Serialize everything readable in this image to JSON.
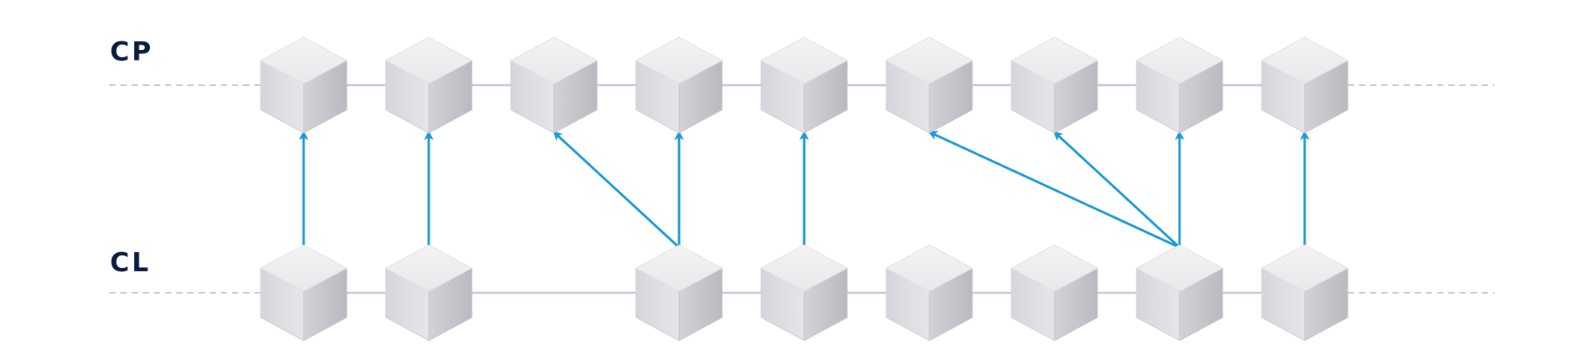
{
  "rows": {
    "top": {
      "label": "CP"
    },
    "bottom": {
      "label": "CL"
    }
  },
  "colors": {
    "label": "#0d1b3e",
    "arrow": "#1a9ad6",
    "link": "#c9c3dd",
    "dash": "#c9c9d4",
    "block_top": "#efefef",
    "block_left": "#dadadf",
    "block_right": "#c9c9cf"
  },
  "top_blocks": [
    1,
    2,
    3,
    4,
    5,
    6,
    7,
    8,
    9
  ],
  "bottom_blocks": [
    1,
    2,
    4,
    5,
    6,
    7,
    8,
    9
  ],
  "arrows": [
    {
      "from": 1,
      "to": 1
    },
    {
      "from": 2,
      "to": 2
    },
    {
      "from": 4,
      "to": 3
    },
    {
      "from": 4,
      "to": 4
    },
    {
      "from": 5,
      "to": 5
    },
    {
      "from": 8,
      "to": 6
    },
    {
      "from": 8,
      "to": 7
    },
    {
      "from": 8,
      "to": 8
    },
    {
      "from": 9,
      "to": 9
    }
  ]
}
